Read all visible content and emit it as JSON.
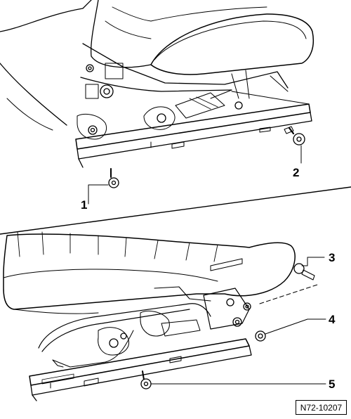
{
  "diagram": {
    "callouts": [
      {
        "id": "1",
        "label": "1"
      },
      {
        "id": "2",
        "label": "2"
      },
      {
        "id": "3",
        "label": "3"
      },
      {
        "id": "4",
        "label": "4"
      },
      {
        "id": "5",
        "label": "5"
      }
    ],
    "reference_number": "N72-10207"
  }
}
